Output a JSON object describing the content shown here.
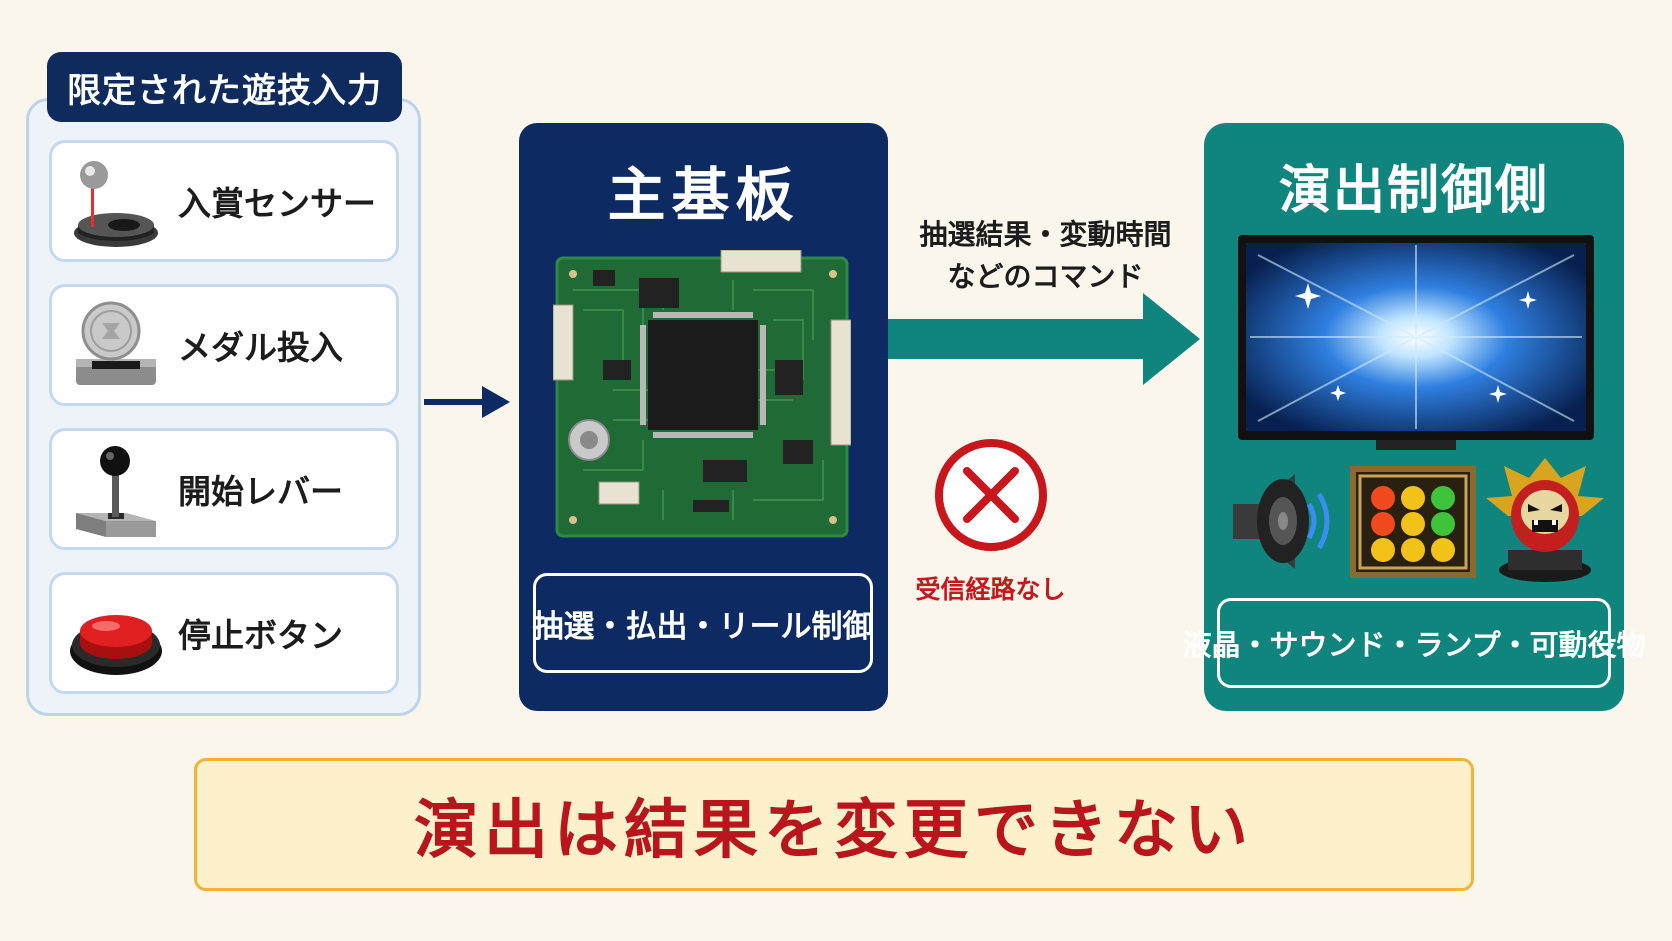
{
  "inputs": {
    "title": "限定された遊技入力",
    "items": [
      {
        "label": "入賞センサー",
        "icon": "sensor-icon"
      },
      {
        "label": "メダル投入",
        "icon": "medal-slot-icon"
      },
      {
        "label": "開始レバー",
        "icon": "lever-icon"
      },
      {
        "label": "停止ボタン",
        "icon": "stop-button-icon"
      }
    ]
  },
  "main_board": {
    "title": "主基板",
    "caption": "抽選・払出・リール制御"
  },
  "command": {
    "line1": "抽選結果・変動時間",
    "line2": "などのコマンド"
  },
  "no_receive": {
    "label": "受信経路なし"
  },
  "effect": {
    "title": "演出制御側",
    "caption": "液晶・サウンド・ランプ・可動役物"
  },
  "conclusion": "演出は結果を変更できない",
  "colors": {
    "navy": "#0d2b62",
    "teal": "#0f857e",
    "red": "#c8161d",
    "banner_bg": "#fdf1cc",
    "banner_border": "#f0b43a"
  }
}
